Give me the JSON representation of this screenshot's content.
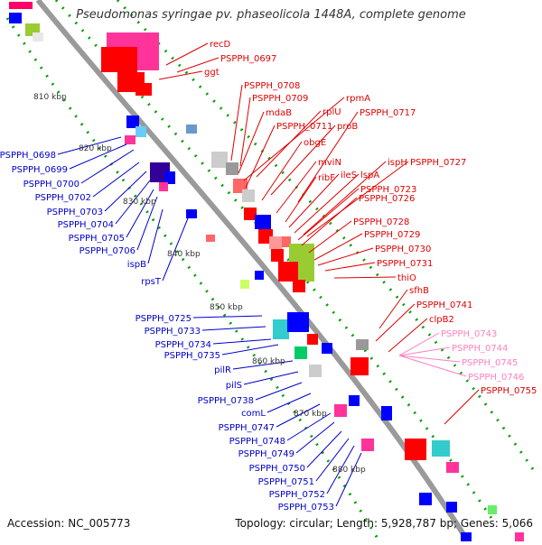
{
  "title": "Pseudomonas syringae pv. phaseolicola 1448A, complete genome",
  "footer": {
    "accession": "Accession: NC_005773",
    "summary": "Topology: circular; Length: 5,928,787 bp; Genes: 5,066"
  },
  "colors": {
    "backbone": "#9a9a9a",
    "forward_label": "#e00000",
    "reverse_label": "#0000cc",
    "rna_label": "#ff80c0",
    "tick_dot": "#00a000"
  },
  "scale_labels": [
    "810 kbp",
    "820 kbp",
    "830 kbp",
    "840 kbp",
    "850 kbp",
    "860 kbp",
    "870 kbp",
    "880 kbp"
  ],
  "forward_genes": [
    "recD",
    "PSPPH_0697",
    "ggt",
    "PSPPH_0708",
    "PSPPH_0709",
    "rpmA",
    "mdaB",
    "rplU",
    "PSPPH_0717",
    "PSPPH_0711",
    "proB",
    "obgE",
    "mviN",
    "ispH",
    "PSPPH_0727",
    "ribF",
    "ileS",
    "lspA",
    "PSPPH_0723",
    "PSPPH_0726",
    "PSPPH_0728",
    "PSPPH_0729",
    "PSPPH_0730",
    "PSPPH_0731",
    "thiO",
    "sfhB",
    "PSPPH_0741",
    "clpB2",
    "PSPPH_0755"
  ],
  "rna_genes": [
    "PSPPH_0743",
    "PSPPH_0744",
    "PSPPH_0745",
    "PSPPH_0746"
  ],
  "reverse_genes": [
    "PSPPH_0698",
    "PSPPH_0699",
    "PSPPH_0700",
    "PSPPH_0702",
    "PSPPH_0703",
    "PSPPH_0704",
    "PSPPH_0705",
    "PSPPH_0706",
    "ispB",
    "rpsT",
    "PSPPH_0725",
    "PSPPH_0733",
    "PSPPH_0734",
    "PSPPH_0735",
    "pilR",
    "pilS",
    "PSPPH_0738",
    "comL",
    "PSPPH_0747",
    "PSPPH_0748",
    "PSPPH_0749",
    "PSPPH_0750",
    "PSPPH_0751",
    "PSPPH_0752",
    "PSPPH_0753"
  ]
}
